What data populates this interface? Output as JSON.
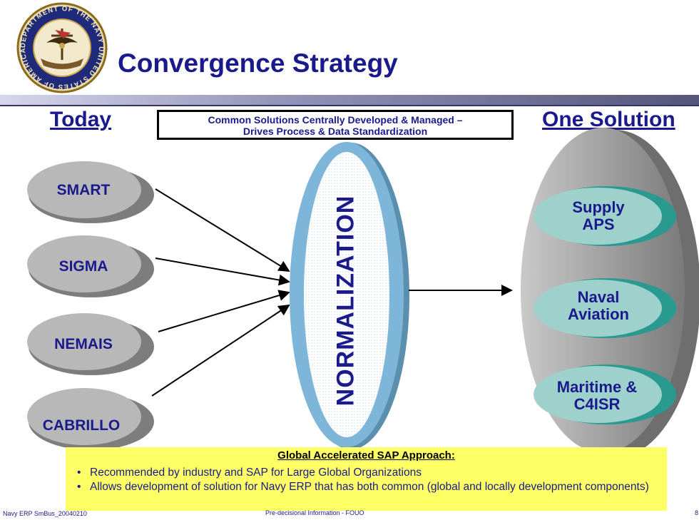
{
  "header": {
    "title": "Convergence Strategy",
    "seal_text": "DEPARTMENT OF THE NAVY UNITED STATES OF AMERICA"
  },
  "headings": {
    "left": "Today",
    "right": "One Solution"
  },
  "banner": {
    "line1": "Common Solutions Centrally Developed & Managed –",
    "line2": "Drives Process & Data Standardization"
  },
  "legacy_systems": [
    "SMART",
    "SIGMA",
    "NEMAIS",
    "CABRILLO"
  ],
  "center": {
    "label": "NORMALIZATION"
  },
  "solutions": [
    {
      "line1": "Supply",
      "line2": "APS"
    },
    {
      "line1": "Naval",
      "line2": "Aviation"
    },
    {
      "line1": "Maritime &",
      "line2": "C4ISR"
    }
  ],
  "approach": {
    "heading": "Global Accelerated SAP Approach:",
    "bullets": [
      "Recommended by industry and SAP for Large Global Organizations",
      "Allows development of solution for Navy ERP that has both common (global and locally development components)"
    ]
  },
  "footer": {
    "left": "Navy ERP SmBus_20040210",
    "center": "Pre-decisional Information - FOUO",
    "page": "8"
  },
  "colors": {
    "text_navy": "#1a1a8c",
    "legacy_fill": "#b8b8b8",
    "solution_fill": "#9ed0cc",
    "solution_edge": "#2a9a90",
    "normalization_edge": "#7eb6d9",
    "approach_fill": "#ffff66"
  }
}
